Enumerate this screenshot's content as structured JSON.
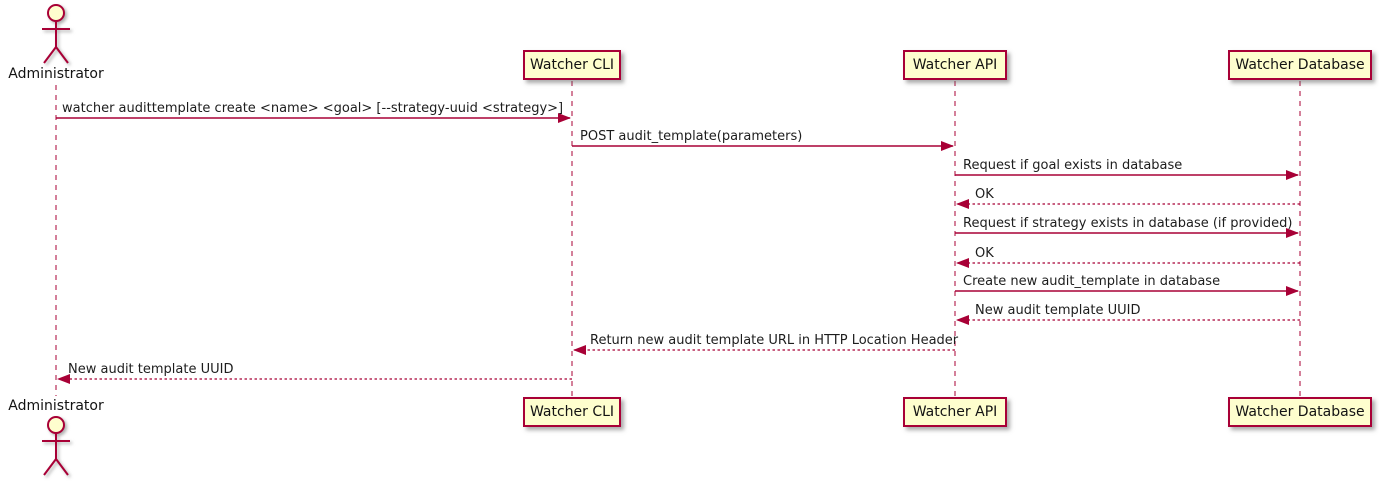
{
  "diagram": {
    "kind": "uml-sequence-diagram",
    "background_color": "#FFFFFF",
    "accent_color": "#A80036",
    "participant_fill_color": "#FEFECE",
    "text_color": "#131313"
  },
  "actors": {
    "administrator": {
      "label": "Administrator"
    }
  },
  "participants": [
    {
      "name": "Watcher CLI"
    },
    {
      "name": "Watcher API"
    },
    {
      "name": "Watcher Database"
    }
  ],
  "messages": [
    {
      "from": "Administrator",
      "to": "Watcher CLI",
      "style": "solid",
      "text": "watcher audittemplate create <name> <goal> [--strategy-uuid <strategy>]"
    },
    {
      "from": "Watcher CLI",
      "to": "Watcher API",
      "style": "solid",
      "text": "POST audit_template(parameters)"
    },
    {
      "from": "Watcher API",
      "to": "Watcher Database",
      "style": "solid",
      "text": "Request if goal exists in database"
    },
    {
      "from": "Watcher Database",
      "to": "Watcher API",
      "style": "dashed",
      "text": "OK"
    },
    {
      "from": "Watcher API",
      "to": "Watcher Database",
      "style": "solid",
      "text": "Request if strategy exists in database (if provided)"
    },
    {
      "from": "Watcher Database",
      "to": "Watcher API",
      "style": "dashed",
      "text": "OK"
    },
    {
      "from": "Watcher API",
      "to": "Watcher Database",
      "style": "solid",
      "text": "Create new audit_template in database"
    },
    {
      "from": "Watcher Database",
      "to": "Watcher API",
      "style": "dashed",
      "text": "New audit template UUID"
    },
    {
      "from": "Watcher API",
      "to": "Watcher CLI",
      "style": "dashed",
      "text": "Return new audit template URL in HTTP Location Header"
    },
    {
      "from": "Watcher CLI",
      "to": "Administrator",
      "style": "dashed",
      "text": "New audit template UUID"
    }
  ]
}
